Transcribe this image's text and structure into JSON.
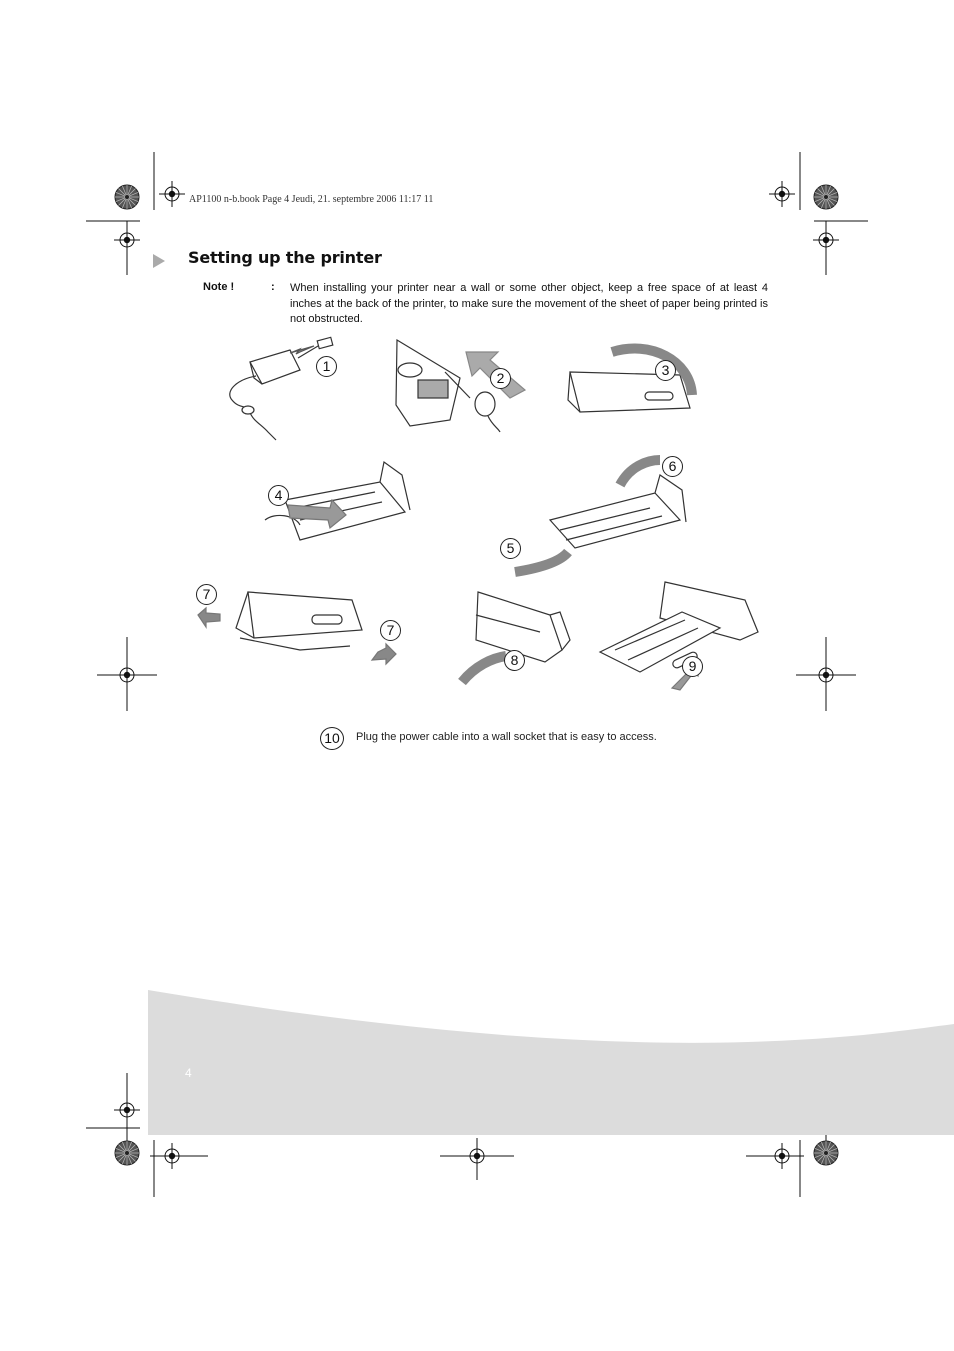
{
  "header": {
    "file_info": "AP1100 n-b.book  Page 4  Jeudi, 21. septembre 2006  11:17 11"
  },
  "section": {
    "title": "Setting up the printer"
  },
  "note": {
    "label": "Note !",
    "separator": ":",
    "text": "When installing your printer near a wall or some other object, keep a free space of at least 4 inches at the back of the printer, to make sure the movement of the sheet of paper being printed is not obstructed."
  },
  "steps": [
    "1",
    "2",
    "3",
    "4",
    "5",
    "6",
    "7",
    "7",
    "8",
    "9"
  ],
  "final_step": {
    "number": "10",
    "text": "Plug the power cable into a wall socket that is easy to access."
  },
  "footer": {
    "page_number": "4",
    "band_color": "#dcdcdc"
  },
  "icons": [
    "registration-mark-icon",
    "color-wheel-icon",
    "arrow-right-icon"
  ]
}
